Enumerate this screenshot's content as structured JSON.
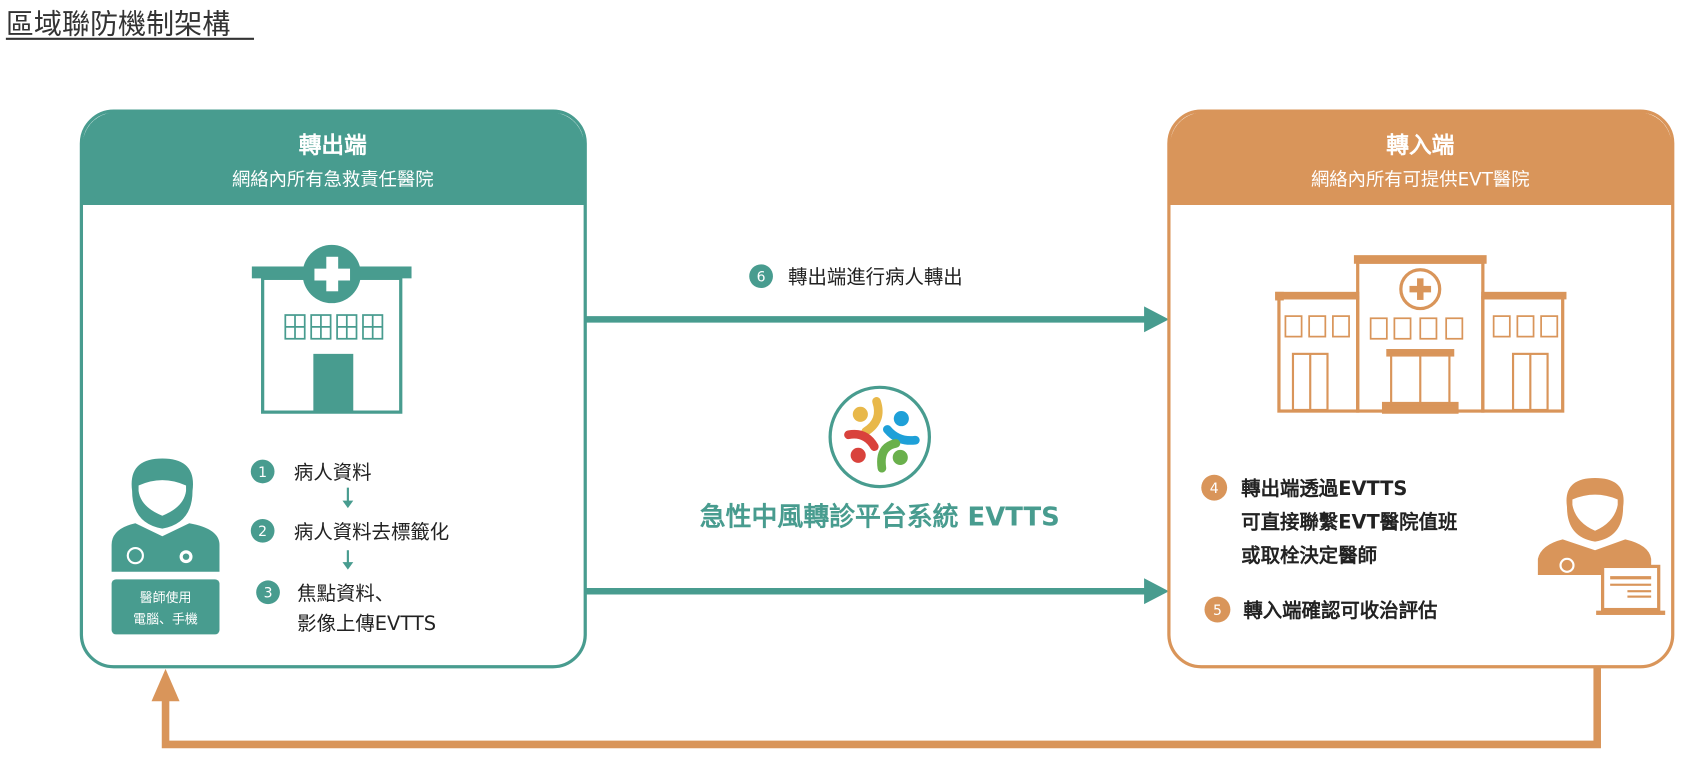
{
  "title": "區域聯防機制架構",
  "colors": {
    "teal": "#489c8f",
    "orange": "#d9955a",
    "text": "#222222"
  },
  "left_box": {
    "title": "轉出端",
    "subtitle": "網絡內所有急救責任醫院",
    "doctor_label": [
      "醫師使用",
      "電腦、手機"
    ],
    "steps": [
      {
        "num": "1",
        "lines": [
          "病人資料"
        ]
      },
      {
        "num": "2",
        "lines": [
          "病人資料去標籤化"
        ]
      },
      {
        "num": "3",
        "lines": [
          "焦點資料、",
          "影像上傳EVTTS"
        ]
      }
    ]
  },
  "right_box": {
    "title": "轉入端",
    "subtitle": "網絡內所有可提供EVT醫院",
    "steps": [
      {
        "num": "4",
        "lines": [
          "轉出端透過EVTTS",
          "可直接聯繫EVT醫院值班",
          "或取栓決定醫師"
        ]
      },
      {
        "num": "5",
        "lines": [
          "轉入端確認可收治評估"
        ]
      }
    ]
  },
  "transfer": {
    "num": "6",
    "label": "轉出端進行病人轉出"
  },
  "platform": {
    "name": "急性中風轉診平台系統 EVTTS",
    "logo_colors": [
      "#e8b84a",
      "#1ea0d8",
      "#d9423c",
      "#6ab04c"
    ]
  }
}
